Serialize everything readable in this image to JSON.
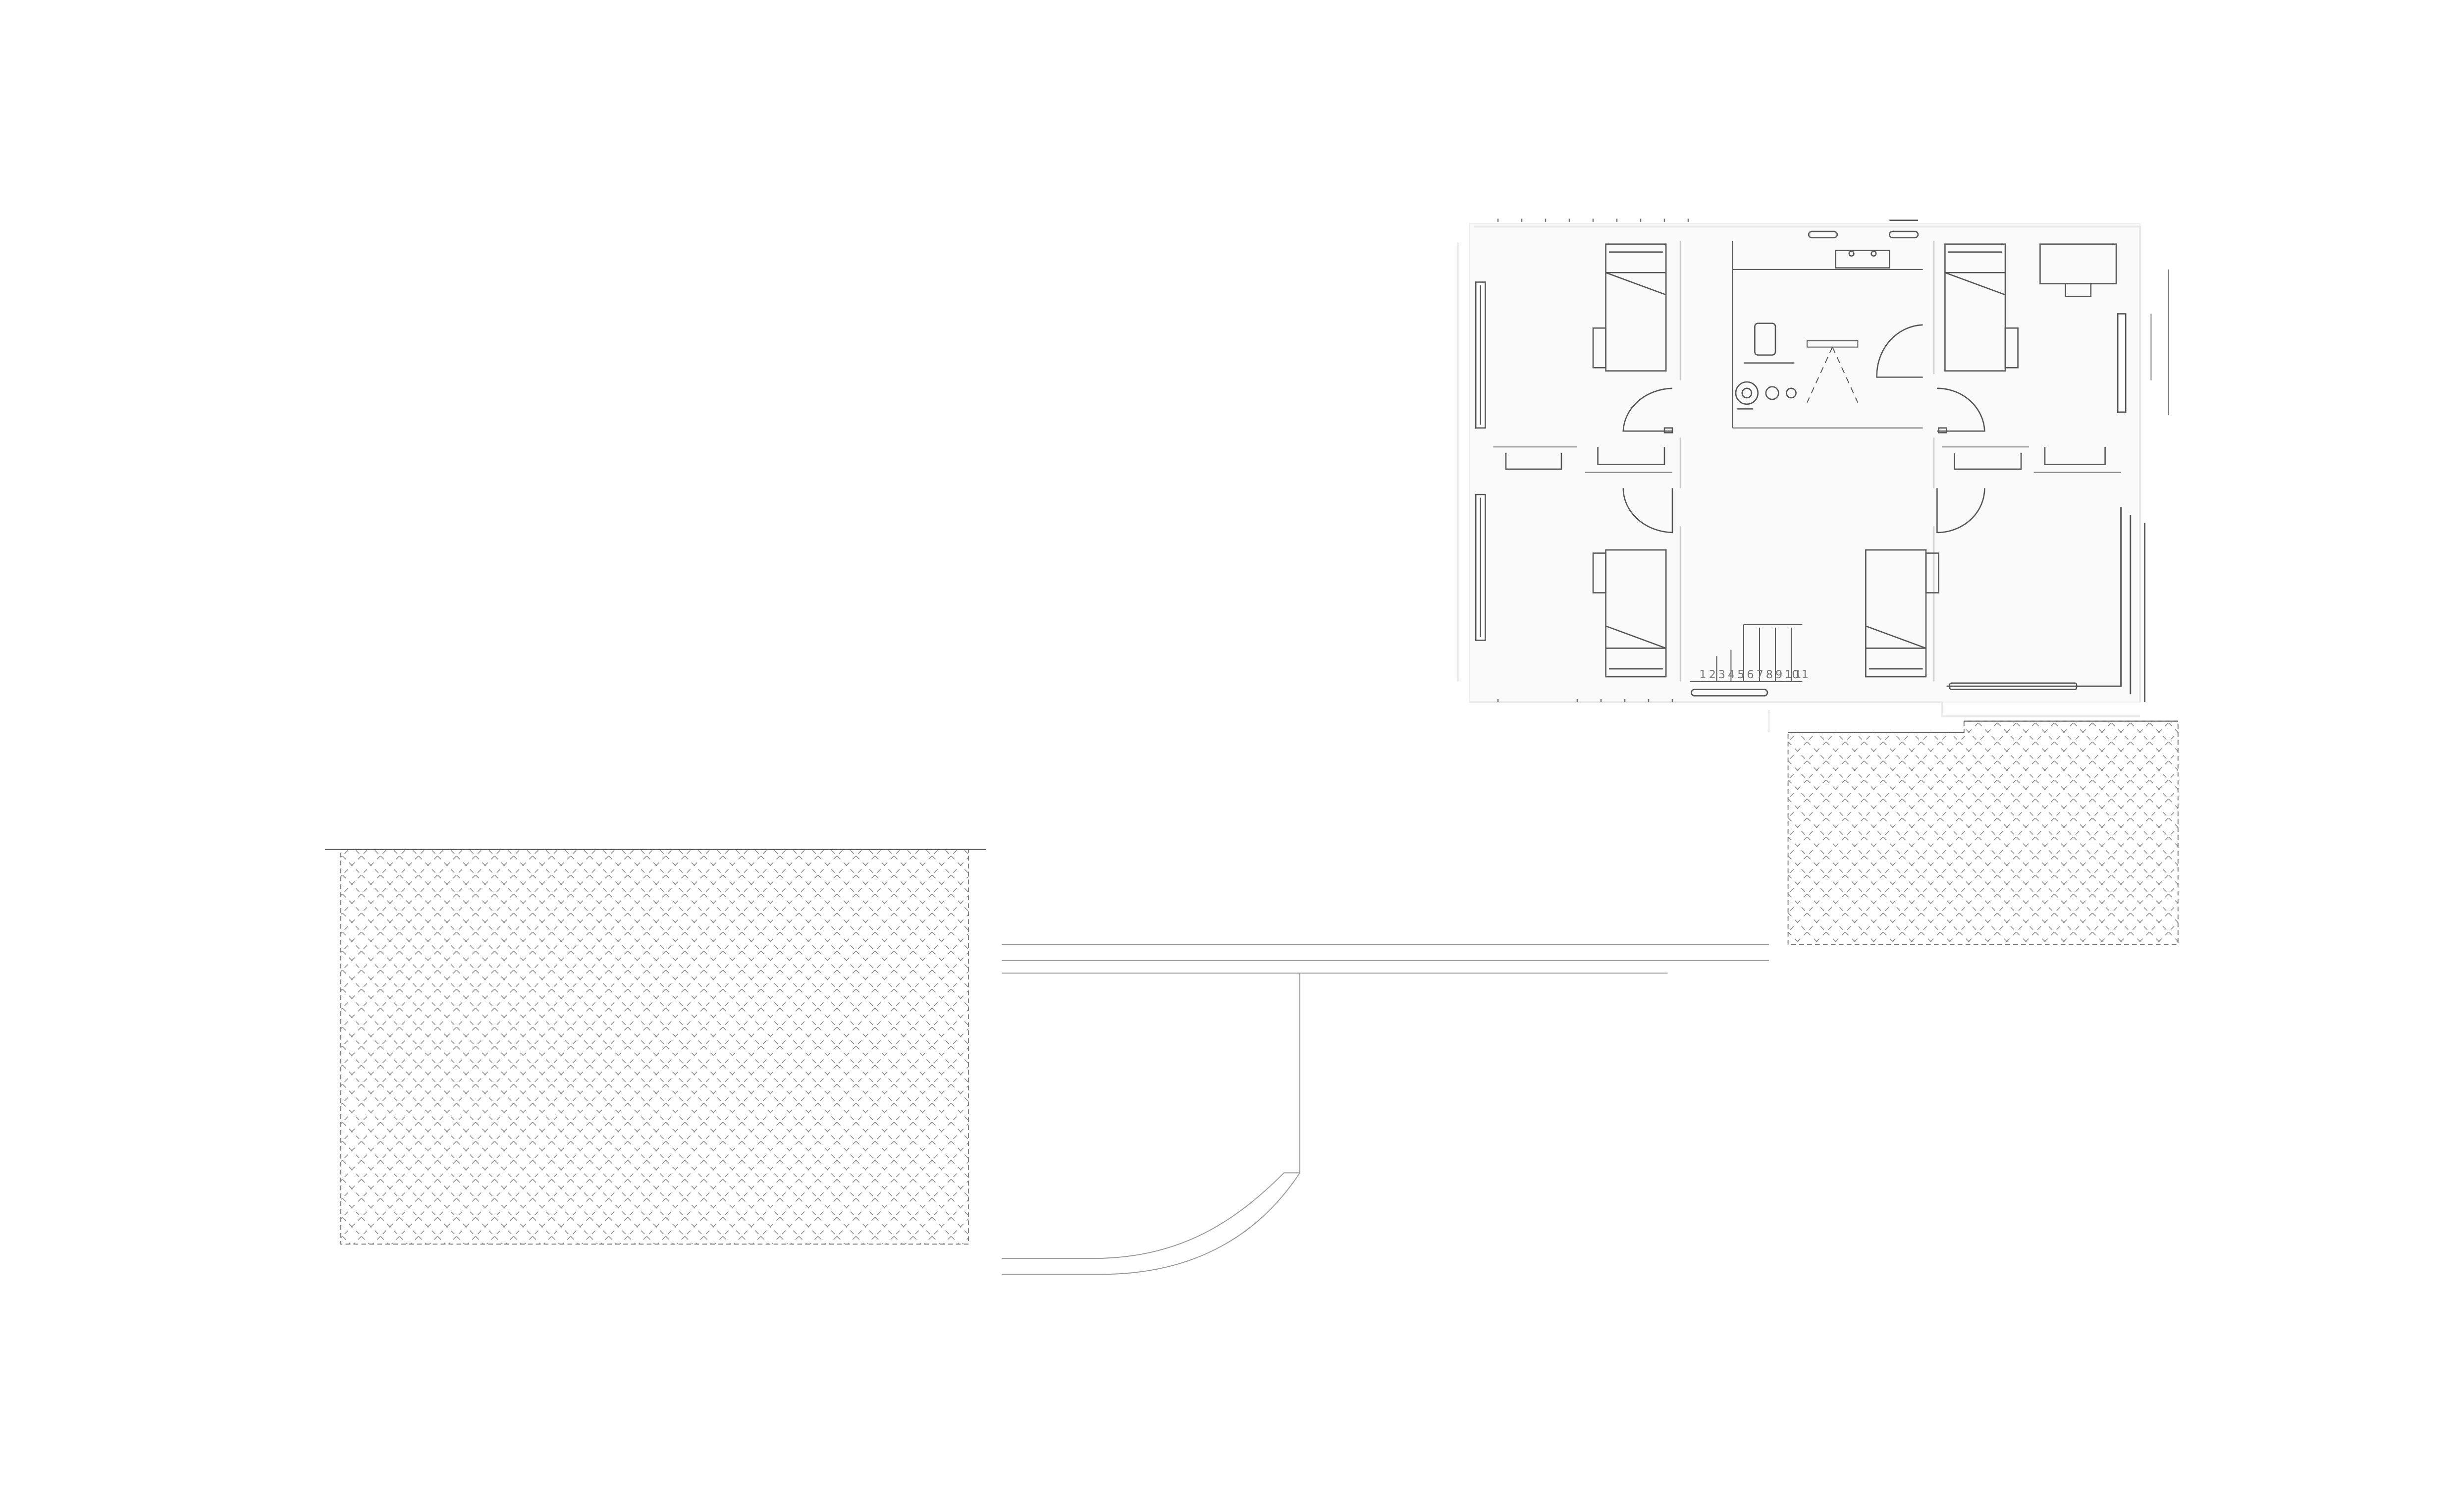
{
  "drawing": {
    "background": "#ffffff",
    "line_color": "#555555",
    "light_line_color": "#999999",
    "hatch_color": "#8a8a8a",
    "floor_color": "#fafafa"
  },
  "plan": {
    "step_labels": [
      "1",
      "2",
      "3",
      "4",
      "5",
      "6",
      "7",
      "8",
      "9",
      "10",
      "11"
    ],
    "rooms": [
      {
        "name": "bedroom-nw"
      },
      {
        "name": "bedroom-ne"
      },
      {
        "name": "bedroom-sw"
      },
      {
        "name": "bedroom-se"
      },
      {
        "name": "bathroom"
      },
      {
        "name": "hallway"
      },
      {
        "name": "staircase"
      }
    ]
  },
  "site": {
    "hatched_areas": [
      {
        "name": "paving-area-left"
      },
      {
        "name": "paving-area-right"
      }
    ],
    "path": {
      "name": "garden-path"
    }
  }
}
